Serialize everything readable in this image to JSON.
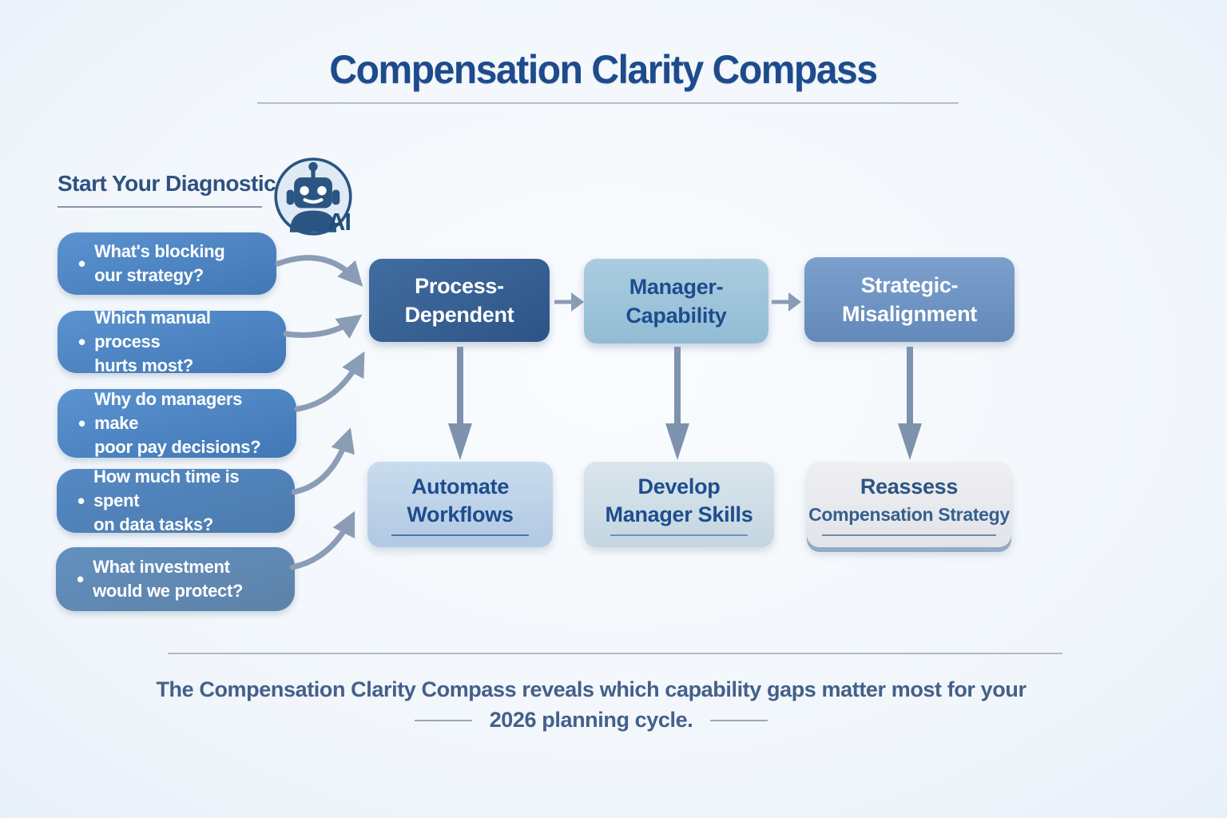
{
  "title": "Compensation Clarity Compass",
  "diagnostic": {
    "heading": "Start Your Diagnostic",
    "ai_badge": "AI",
    "bullet": "•",
    "questions": [
      "What's blocking\nour strategy?",
      "Which manual process\nhurts most?",
      "Why do managers make\npoor pay decisions?",
      "How much time is spent\non data tasks?",
      "What investment\nwould we protect?"
    ]
  },
  "categories": [
    {
      "line1": "Process-",
      "line2": "Dependent"
    },
    {
      "line1": "Manager-",
      "line2": "Capability"
    },
    {
      "line1": "Strategic-",
      "line2": "Misalignment"
    }
  ],
  "actions": [
    {
      "line1": "Automate",
      "line2": "Workflows"
    },
    {
      "line1": "Develop",
      "line2": "Manager Skills"
    },
    {
      "line1": "Reassess",
      "line2": "Compensation Strategy"
    }
  ],
  "caption": {
    "line1": "The Compensation Clarity Compass reveals which capability gaps matter most for your",
    "line2": "2026 planning cycle."
  },
  "colors": {
    "title_text": "#1d4b8c",
    "question_box_blue": "#4a86c8",
    "category_dark_blue": "#335e93",
    "category_light_blue": "#9ec6db",
    "category_medium_blue": "#6f96c4",
    "action_light_blue": "#bed3e8",
    "action_pale_blue": "#cfdde6",
    "action_gray": "#e9eaee",
    "arrow_gray_blue": "#8b9cb5",
    "background_edge": "#cfdff2"
  }
}
